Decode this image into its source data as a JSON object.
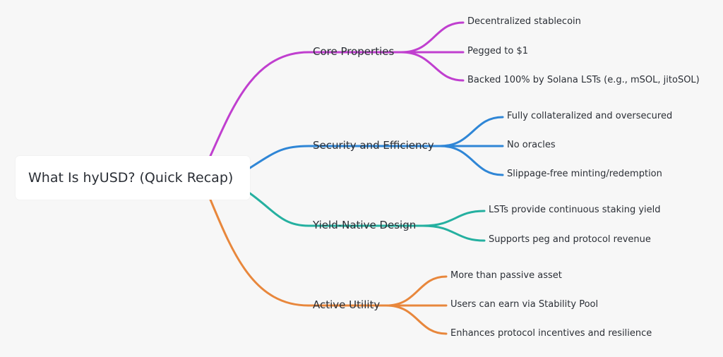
{
  "root": {
    "label": "What Is hyUSD? (Quick Recap)"
  },
  "branches": [
    {
      "label": "Core Properties",
      "color": "#c03fcf",
      "leaves": [
        "Decentralized stablecoin",
        "Pegged to $1",
        "Backed 100% by Solana LSTs (e.g., mSOL, jitoSOL)"
      ]
    },
    {
      "label": "Security and Efficiency",
      "color": "#2f86d6",
      "leaves": [
        "Fully collateralized and oversecured",
        "No oracles",
        "Slippage-free minting/redemption"
      ]
    },
    {
      "label": "Yield-Native Design",
      "color": "#25b0a0",
      "leaves": [
        "LSTs provide continuous staking yield",
        "Supports peg and protocol revenue"
      ]
    },
    {
      "label": "Active Utility",
      "color": "#e8873c",
      "leaves": [
        "More than passive asset",
        "Users can earn via Stability Pool",
        "Enhances protocol incentives and resilience"
      ]
    }
  ]
}
